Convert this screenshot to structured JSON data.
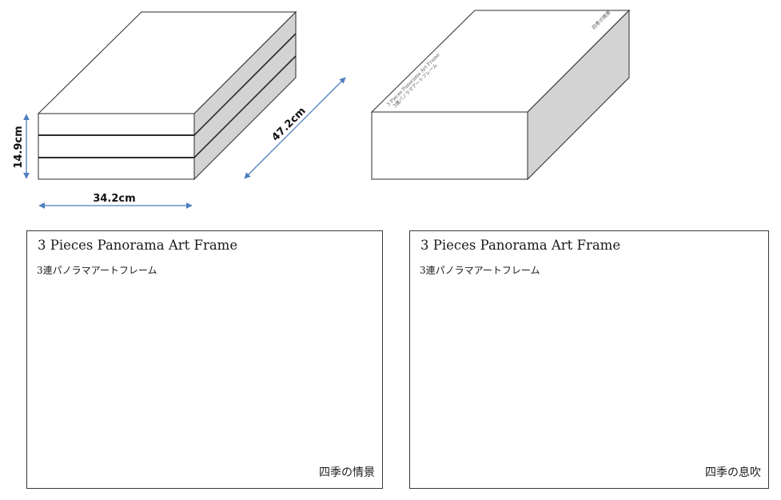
{
  "dimensions": {
    "height_label": "14.9cm",
    "width_label": "34.2cm",
    "depth_label": "47.2cm"
  },
  "boxed_lid": {
    "lines": [
      "3 Pieces Panorama Art Frame",
      "3連パノラマアートフレーム"
    ],
    "corner_mark": "四季の情景"
  },
  "colors": {
    "outline": "#2b2b2b",
    "side_face": "#d3d3d3",
    "arrow": "#4f7ec0"
  },
  "cards": [
    {
      "title": "3 Pieces Panorama Art Frame",
      "subtitle": "3連パノラマアートフレーム",
      "label": "四季の情景"
    },
    {
      "title": "3 Pieces Panorama Art Frame",
      "subtitle": "3連パノラマアートフレーム",
      "label": "四季の息吹"
    }
  ]
}
